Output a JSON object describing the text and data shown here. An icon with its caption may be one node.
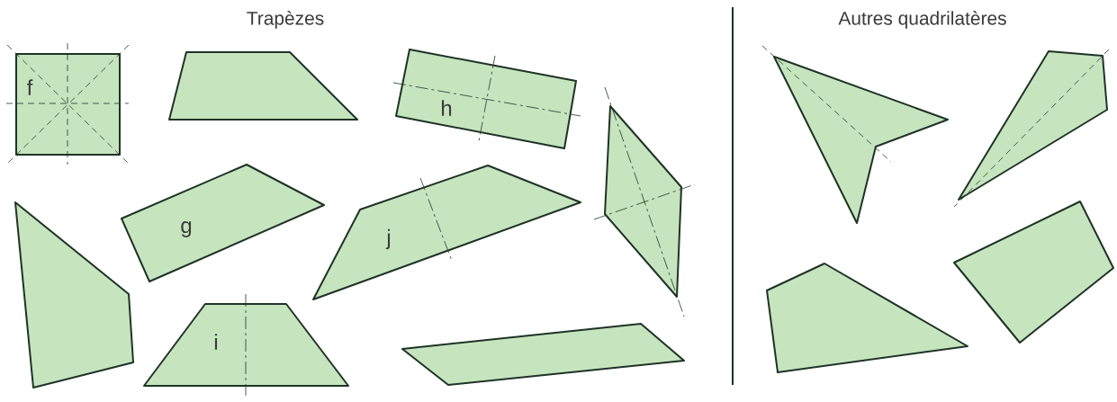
{
  "diagram": {
    "nodes": [
      {
        "text": [
          "f"
        ]
      },
      {
        "text": [],
        "shape": "quadrilateral"
      },
      {
        "text": [
          "h"
        ]
      },
      {
        "text": [],
        "shape": "quadrilateral"
      },
      {
        "text": [],
        "shape": "quadrilateral"
      },
      {
        "text": [
          "g"
        ]
      },
      {
        "text": [
          "j"
        ]
      },
      {
        "text": [
          "i"
        ]
      },
      {
        "text": [],
        "shape": "quadrilateral"
      },
      {
        "text": [],
        "shape": "quadrilateral"
      },
      {
        "text": [],
        "shape": "quadrilateral"
      },
      {
        "text": [],
        "shape": "quadrilateral"
      },
      {
        "text": [],
        "shape": "quadrilateral"
      }
    ],
    "labels": [
      "Trapèzes",
      "Autres quadrilatères"
    ]
  }
}
